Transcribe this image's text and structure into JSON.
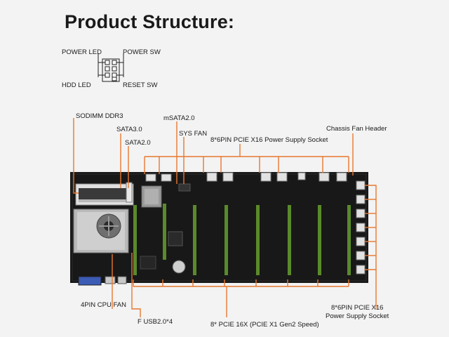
{
  "title": "Product Structure:",
  "header": {
    "power_led": "POWER LED",
    "power_sw": "POWER SW",
    "hdd_led": "HDD  LED",
    "reset_sw": "RESET SW"
  },
  "callouts": {
    "sodimm": "SODIMM DDR3",
    "msata": "mSATA2.0",
    "sata3": "SATA3.0",
    "sys_fan": "SYS FAN",
    "sata2": "SATA2.0",
    "psu_top": "8*6PIN PCIE X16 Power Supply Socket",
    "chassis_fan": "Chassis Fan Header",
    "cpu_fan": "4PIN CPU FAN",
    "usb": "F USB2.0*4",
    "pcie": "8* PCIE 16X (PCIE X1 Gen2 Speed)",
    "psu_right_1": "8*6PIN PCIE X16",
    "psu_right_2": "Power Supply Socket"
  },
  "colors": {
    "accent": "#e8772e",
    "board": "#181818",
    "slot": "#5a8a2a"
  }
}
